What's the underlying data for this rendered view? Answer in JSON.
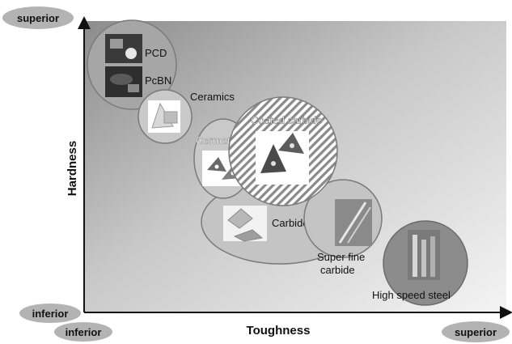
{
  "diagram": {
    "y_axis": {
      "title": "Hardness",
      "top_label": "superior",
      "bottom_label": "inferior"
    },
    "x_axis": {
      "title": "Toughness",
      "left_label": "inferior",
      "right_label": "superior"
    },
    "materials": [
      {
        "key": "pcd",
        "label": "PCD"
      },
      {
        "key": "pcbn",
        "label": "PcBN"
      },
      {
        "key": "ceramics",
        "label": "Ceramics"
      },
      {
        "key": "coated-carbide",
        "label": "Coated carbide"
      },
      {
        "key": "cermet",
        "label": "Cermet"
      },
      {
        "key": "carbide",
        "label": "Carbide"
      },
      {
        "key": "super-fine-carbide",
        "label_line1": "Super fine",
        "label_line2": "carbide"
      },
      {
        "key": "high-speed-steel",
        "label": "High speed steel"
      }
    ],
    "colors": {
      "pill": "#b3b3b3",
      "bubble_fill": "#c9c9c9",
      "bubble_stroke": "#7a7a7a",
      "axis": "#111111",
      "hatch": "#8a8a8a"
    }
  }
}
